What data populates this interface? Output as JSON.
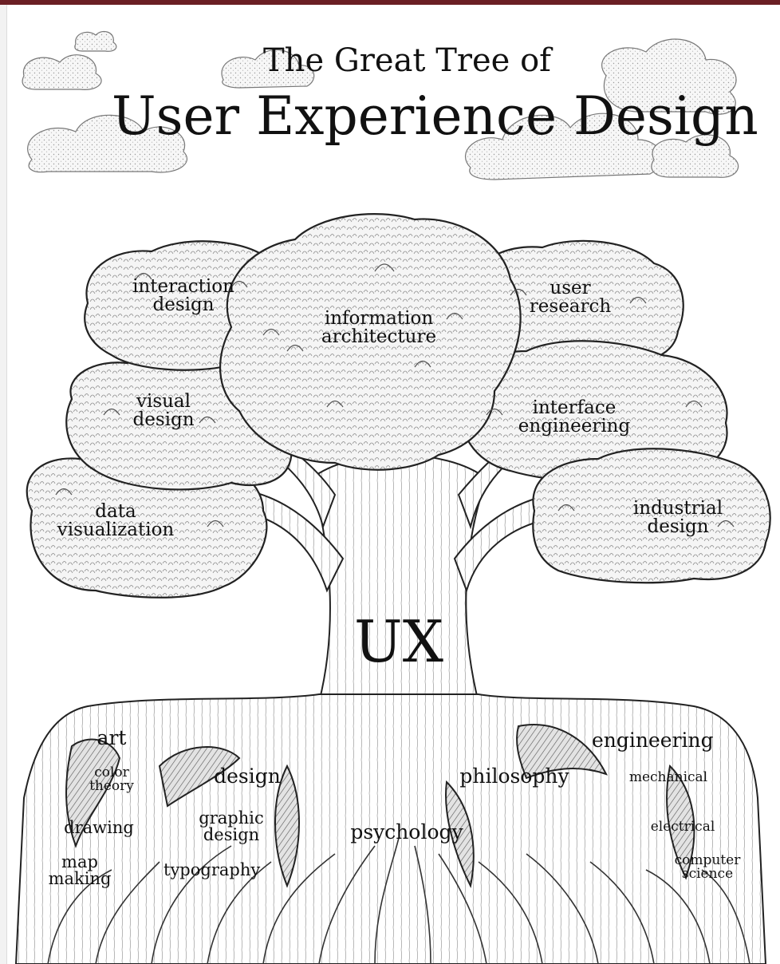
{
  "title": {
    "line1": "The Great Tree of",
    "line2": "User Experience Design"
  },
  "trunk": {
    "label": "UX"
  },
  "branches": {
    "interaction_design": [
      "interaction",
      "design"
    ],
    "information_architecture": [
      "information",
      "architecture"
    ],
    "user_research": [
      "user",
      "research"
    ],
    "visual_design": [
      "visual",
      "design"
    ],
    "interface_engineering": [
      "interface",
      "engineering"
    ],
    "data_visualization": [
      "data",
      "visualization"
    ],
    "industrial_design": [
      "industrial",
      "design"
    ]
  },
  "roots": {
    "art": "art",
    "color_theory": [
      "color",
      "theory"
    ],
    "drawing": "drawing",
    "map_making": [
      "map",
      "making"
    ],
    "design": "design",
    "graphic_design": [
      "graphic",
      "design"
    ],
    "typography": "typography",
    "psychology": "psychology",
    "philosophy": "philosophy",
    "engineering": "engineering",
    "mechanical": "mechanical",
    "electrical": "electrical",
    "computer_science": [
      "computer",
      "science"
    ]
  },
  "colors": {
    "header_bar": "#6b1f24",
    "ink": "#111111",
    "paper": "#ffffff",
    "foliage_fill": "#f4f4f4"
  }
}
